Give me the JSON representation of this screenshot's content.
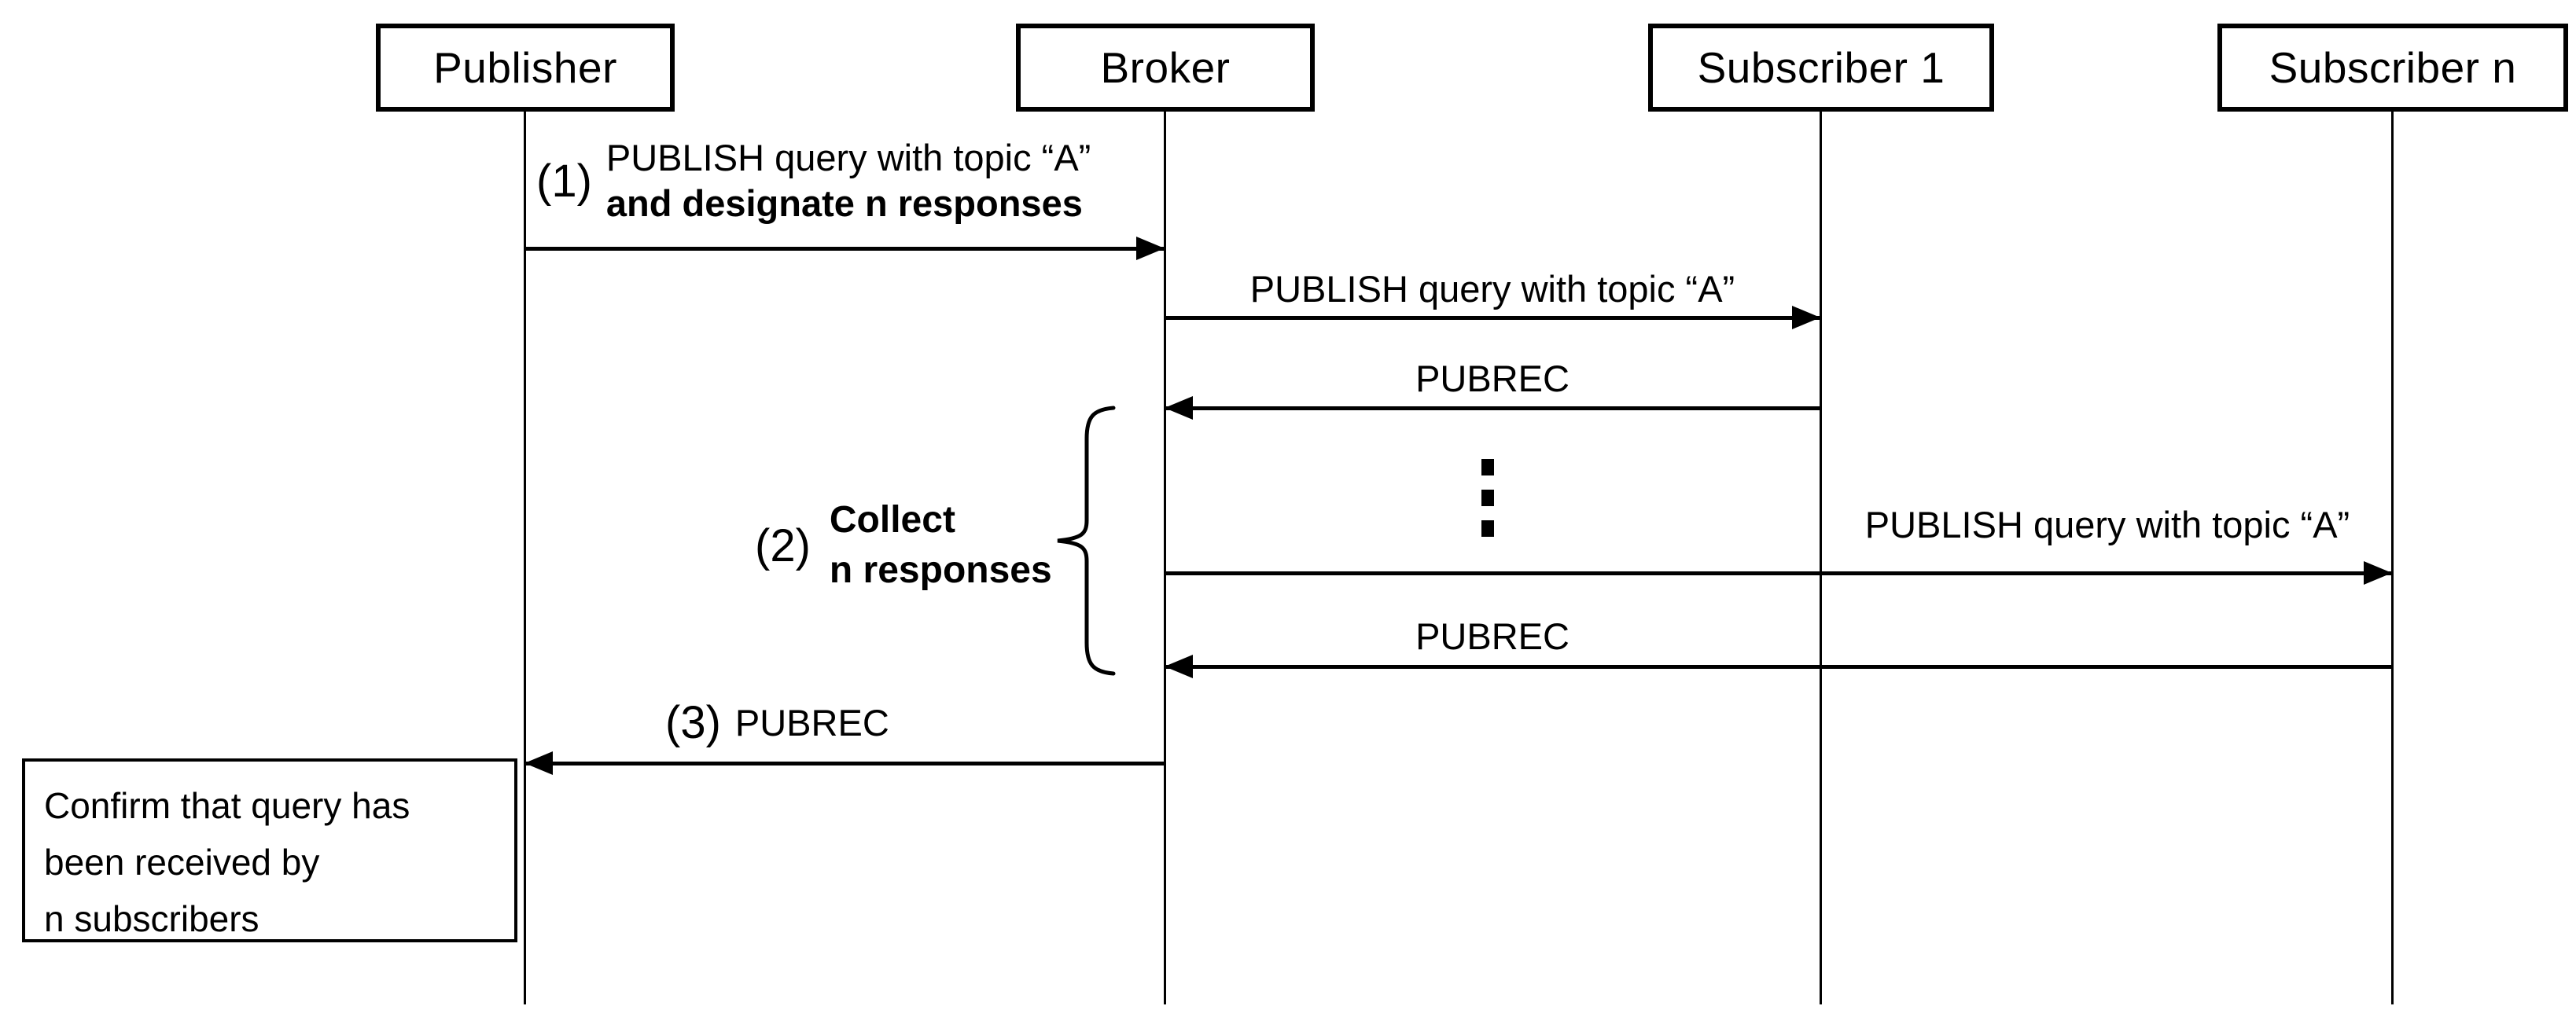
{
  "diagram": {
    "actors": [
      {
        "label": "Publisher"
      },
      {
        "label": "Broker"
      },
      {
        "label": "Subscriber 1"
      },
      {
        "label": "Subscriber n"
      }
    ],
    "messages": [
      {
        "step": "(1)",
        "line1": "PUBLISH query with topic “A”",
        "line2": "and designate n responses",
        "from": "Publisher",
        "to": "Broker"
      },
      {
        "label": "PUBLISH query with topic “A”",
        "from": "Broker",
        "to": "Subscriber 1"
      },
      {
        "label": "PUBREC",
        "from": "Subscriber 1",
        "to": "Broker"
      },
      {
        "label": "PUBLISH query with topic “A”",
        "from": "Broker",
        "to": "Subscriber n"
      },
      {
        "label": "PUBREC",
        "from": "Subscriber n",
        "to": "Broker"
      },
      {
        "step": "(3)",
        "label": "PUBREC",
        "from": "Broker",
        "to": "Publisher"
      }
    ],
    "collect_annotation": {
      "step": "(2)",
      "line1": "Collect",
      "line2": "n responses"
    },
    "ellipsis_icon": "⋮",
    "note": {
      "lines": [
        "Confirm that query has",
        "been received by",
        "n subscribers"
      ]
    },
    "colors": {
      "ink": "#000000",
      "background": "#ffffff"
    }
  }
}
